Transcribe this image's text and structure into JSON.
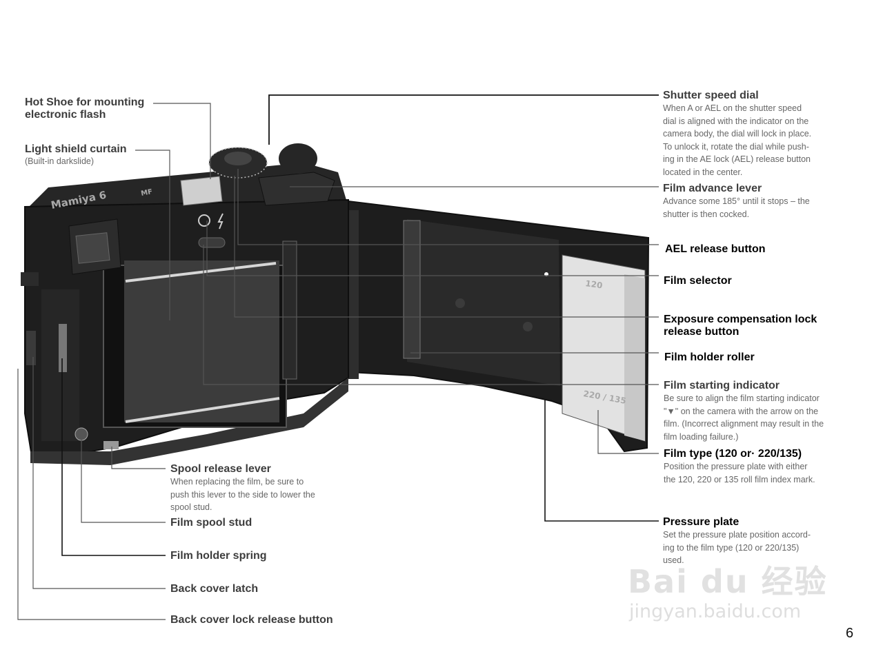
{
  "labels_left": [
    {
      "title": "Hot Shoe for mounting",
      "title2": "electronic flash"
    },
    {
      "title": "Light shield curtain",
      "desc": "(Built-in darkslide)"
    }
  ],
  "labels_bottom": [
    {
      "title": "Spool release lever",
      "desc": [
        "When replacing the film, be sure to",
        "push this lever to the side to lower the",
        "spool stud."
      ]
    },
    {
      "title": "Film spool stud"
    },
    {
      "title": "Film holder spring"
    },
    {
      "title": "Back cover latch"
    },
    {
      "title": "Back cover lock release button"
    }
  ],
  "labels_right": [
    {
      "title": "Shutter speed dial",
      "desc": [
        "When A or AEL on the shutter speed",
        "dial is aligned with the indicator on the",
        "camera body, the dial will lock in place.",
        "To unlock it, rotate the dial while push-",
        "ing in the AE lock (AEL) release button",
        "located in the center."
      ]
    },
    {
      "title": "Film advance lever",
      "desc": [
        "Advance some 185° until it stops – the",
        "shutter is then cocked."
      ]
    },
    {
      "title": "AEL  release  button"
    },
    {
      "title": "Film   selector"
    },
    {
      "title": "Exposure  compensation  lock",
      "title2": "release  button"
    },
    {
      "title": "Film  holder  roller"
    },
    {
      "title": "Film starting indicator",
      "desc": [
        "Be sure to align the film starting indicator",
        "\"▼\" on the camera with the arrow on the",
        "film. (Incorrect alignment may result in the",
        "film loading failure.)"
      ]
    },
    {
      "title": "Film type (120 or· 220/135)",
      "desc": [
        "Position the pressure plate with either",
        "the 120, 220 or 135 roll film index mark."
      ]
    },
    {
      "title": "Pressure plate",
      "desc": [
        "Set the pressure plate position accord-",
        "ing to the film type (120   or 220/135)",
        "used."
      ]
    }
  ],
  "camera": {
    "brand_text": "Mamiya 6",
    "model_text": "MF",
    "mark_120": "120",
    "mark_220": "220 / 135"
  },
  "page_number": "6",
  "watermark": {
    "main": "Bai du 经验",
    "url": "jingyan.baidu.com"
  }
}
